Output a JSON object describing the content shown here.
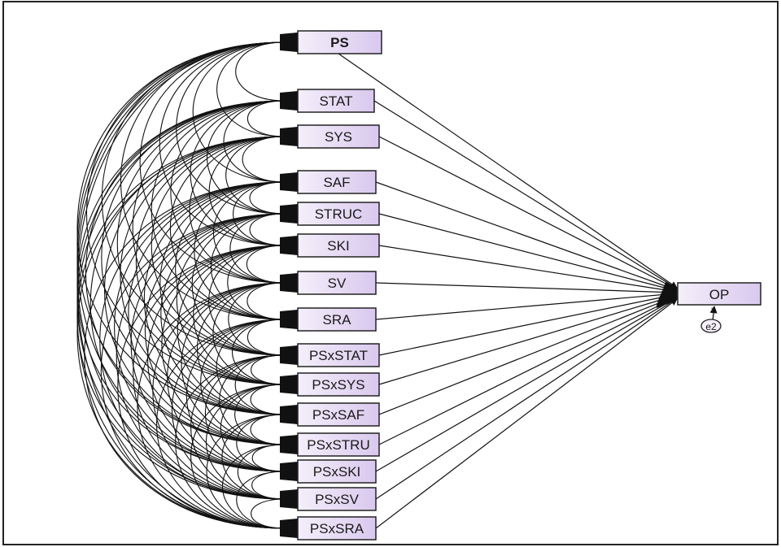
{
  "diagram": {
    "predictors": [
      "PS",
      "STAT",
      "SYS",
      "SAF",
      "STRUC",
      "SKI",
      "SV",
      "SRA",
      "PSxSTAT",
      "PSxSYS",
      "PSxSAF",
      "PSxSTRU",
      "PSxSKI",
      "PSxSV",
      "PSxSRA"
    ],
    "outcome": "OP",
    "error_term": "e2",
    "error_weight": "1"
  },
  "colors": {
    "box_fill_light": "#f4effa",
    "box_fill_dark": "#d9c8ee",
    "stroke": "#111111"
  }
}
